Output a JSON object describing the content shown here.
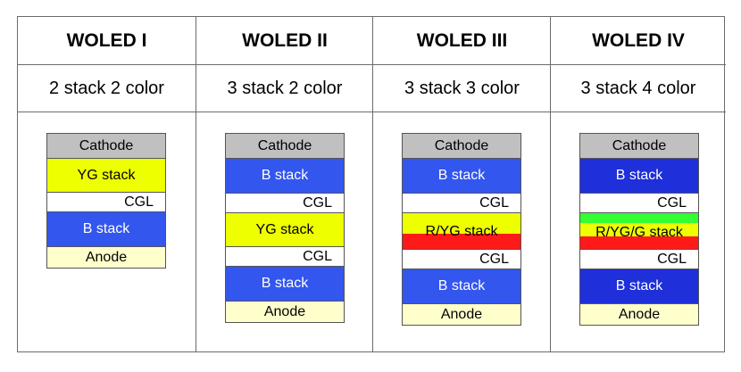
{
  "columns": [
    {
      "title": "WOLED I",
      "subtitle": "2 stack 2 color",
      "layers": [
        {
          "label": "Cathode",
          "kind": "cathode"
        },
        {
          "label": "YG stack",
          "kind": "yg"
        },
        {
          "label": "CGL",
          "kind": "cgl"
        },
        {
          "label": "B stack",
          "kind": "b"
        },
        {
          "label": "Anode",
          "kind": "anode"
        }
      ]
    },
    {
      "title": "WOLED II",
      "subtitle": "3 stack 2 color",
      "layers": [
        {
          "label": "Cathode",
          "kind": "cathode"
        },
        {
          "label": "B stack",
          "kind": "b"
        },
        {
          "label": "CGL",
          "kind": "cgl"
        },
        {
          "label": "YG stack",
          "kind": "yg"
        },
        {
          "label": "CGL",
          "kind": "cgl"
        },
        {
          "label": "B stack",
          "kind": "b"
        },
        {
          "label": "Anode",
          "kind": "anode"
        }
      ]
    },
    {
      "title": "WOLED III",
      "subtitle": "3 stack 3 color",
      "layers": [
        {
          "label": "Cathode",
          "kind": "cathode"
        },
        {
          "label": "B stack",
          "kind": "b"
        },
        {
          "label": "CGL",
          "kind": "cgl"
        },
        {
          "label": "R/YG stack",
          "kind": "ryg"
        },
        {
          "label": "CGL",
          "kind": "cgl"
        },
        {
          "label": "B stack",
          "kind": "b"
        },
        {
          "label": "Anode",
          "kind": "anode"
        }
      ]
    },
    {
      "title": "WOLED IV",
      "subtitle": "3 stack 4 color",
      "layers": [
        {
          "label": "Cathode",
          "kind": "cathode"
        },
        {
          "label": "B stack",
          "kind": "b"
        },
        {
          "label": "CGL",
          "kind": "cgl"
        },
        {
          "label": "R/YG/G stack",
          "kind": "rygg"
        },
        {
          "label": "CGL",
          "kind": "cgl"
        },
        {
          "label": "B stack",
          "kind": "b"
        },
        {
          "label": "Anode",
          "kind": "anode"
        }
      ]
    }
  ],
  "colors": {
    "cathode": "#c0c0c0",
    "blue": "#3356ee",
    "blue_dark": "#1f2fd9",
    "yellow_green": "#eeff00",
    "red": "#ff1a1a",
    "green": "#33ff33",
    "cgl": "#ffffff",
    "anode": "#ffffcc"
  }
}
